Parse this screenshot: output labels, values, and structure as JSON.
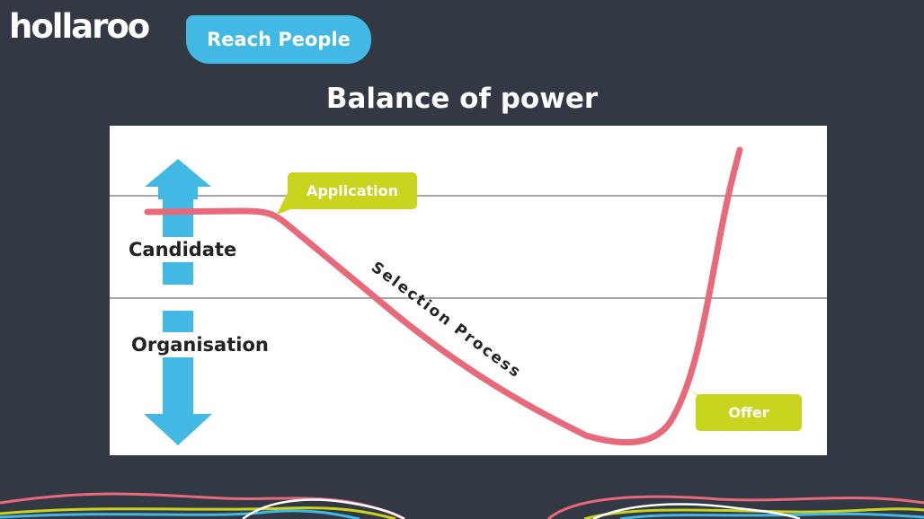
{
  "brand": {
    "logo_text": "hollaroo",
    "tagline": "Reach People"
  },
  "title": "Balance of power",
  "diagram": {
    "upper_label": "Candidate",
    "lower_label": "Organisation",
    "curve_label": "Selection Process",
    "callout_start": "Application",
    "callout_end": "Offer"
  },
  "colors": {
    "background": "#323844",
    "accent_blue": "#42b9e4",
    "callout_green": "#c8d41e",
    "curve_pink": "#e8697a"
  }
}
